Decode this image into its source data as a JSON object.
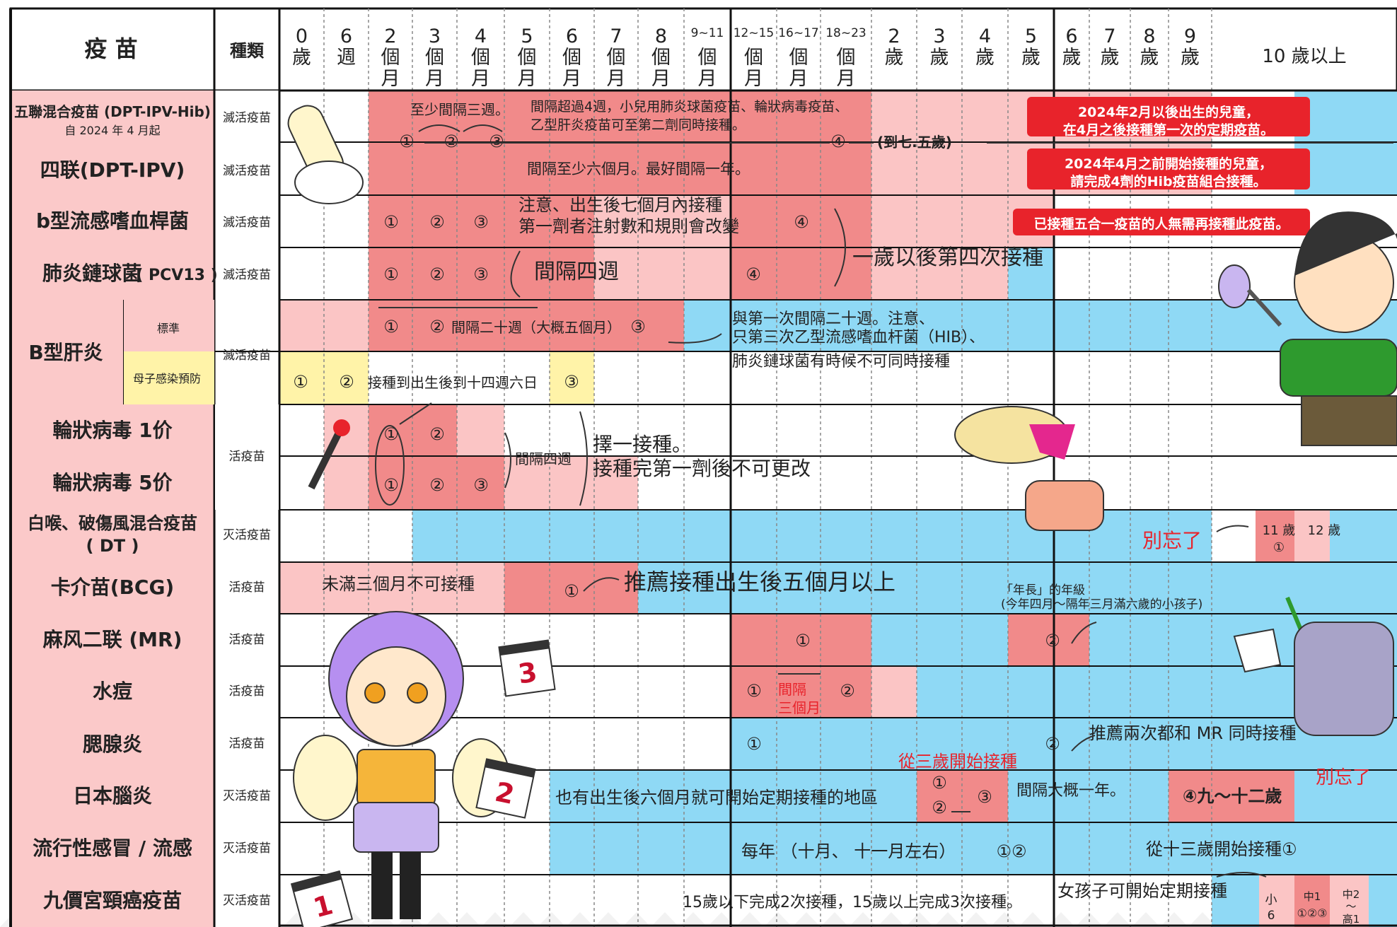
{
  "header": {
    "vaccine": "疫 苗",
    "type": "種類",
    "ages": [
      [
        "0",
        "歲"
      ],
      [
        "6",
        "週"
      ],
      [
        "2",
        "個",
        "月"
      ],
      [
        "3",
        "個",
        "月"
      ],
      [
        "4",
        "個",
        "月"
      ],
      [
        "5",
        "個",
        "月"
      ],
      [
        "6",
        "個",
        "月"
      ],
      [
        "7",
        "個",
        "月"
      ],
      [
        "8",
        "個",
        "月"
      ],
      [
        "9~11",
        "個",
        "月"
      ],
      [
        "12~15",
        "個",
        "月"
      ],
      [
        "16~17",
        "個",
        "月"
      ],
      [
        "18~23",
        "個",
        "月"
      ],
      [
        "2",
        "歲"
      ],
      [
        "3",
        "歲"
      ],
      [
        "4",
        "歲"
      ],
      [
        "5",
        "歲"
      ],
      [
        "6",
        "歲"
      ],
      [
        "7",
        "歲"
      ],
      [
        "8",
        "歲"
      ],
      [
        "9",
        "歲"
      ],
      [
        "10 歲以上"
      ]
    ]
  },
  "rows": [
    {
      "name": "五聯混合疫苗 (DPT-IPV-Hib)",
      "sub": "自 2024 年 4 月起",
      "type": "滅活疫苗"
    },
    {
      "name": "四联(DPT-IPV)",
      "type": "滅活疫苗"
    },
    {
      "name": "b型流感嗜血桿菌",
      "type": "滅活疫苗"
    },
    {
      "name": "肺炎鏈球菌",
      "name_small": "( PCV13 )",
      "type": "滅活疫苗"
    },
    {
      "name": "B型肝炎",
      "sub1": "標準",
      "sub2": "母子感染預防",
      "type": "滅活疫苗"
    },
    {
      "name": "輪狀病毒 1价"
    },
    {
      "name": "輪狀病毒 5价",
      "type": "活疫苗"
    },
    {
      "name": "白喉、破傷風混合疫苗",
      "name2": "( DT )",
      "type": "灭活疫苗"
    },
    {
      "name": "卡介苗(BCG)",
      "type": "活疫苗"
    },
    {
      "name": "麻风二联 (MR)",
      "type": "活疫苗"
    },
    {
      "name": "水痘",
      "type": "活疫苗"
    },
    {
      "name": "腮腺炎",
      "type": "活疫苗"
    },
    {
      "name": "日本腦炎",
      "type": "灭活疫苗"
    },
    {
      "name": "流行性感冒 / 流感",
      "type": "灭活疫苗"
    },
    {
      "name": "九價宮頸癌疫苗",
      "type": "灭活疫苗"
    }
  ],
  "doses": {
    "d1": "①",
    "d2": "②",
    "d3": "③",
    "d4": "④",
    "d12": "①②",
    "d123": "①②③"
  },
  "notes": {
    "penta_interval": "至少間隔三週。",
    "penta_note1": "間隔超過4週，小兒用肺炎球菌疫苗、輪狀病毒疫苗、",
    "penta_note2": "乙型肝炎疫苗可至第二劑同時接種。",
    "penta_until": "(到七.五歲)",
    "red1a": "2024年2月以後出生的兒童，",
    "red1b": "在4月之後接種第一次的定期疫苗。",
    "quad_interval": "間隔至少六個月。最好間隔一年。",
    "red2a": "2024年4月之前開始接種的兒童，",
    "red2b": "請完成4劑的Hib疫苗組合接種。",
    "red3": "已接種五合一疫苗的人無需再接種此疫苗。",
    "hib_note1": "注意、出生後七個月內接種",
    "hib_note2": "第一劑者注射數和規則會改變",
    "pcv_interval": "間隔四週",
    "pcv_after": "一歲以後第四次接種",
    "hepb_interval": "間隔二十週（大概五個月）",
    "hepb_note1": "與第一次間隔二十週。注意、",
    "hepb_note2": "只第三次乙型流感嗜血杆菌（HIB）、",
    "hepb_note3": "肺炎鏈球菌有時候不可同時接種",
    "hepb_mother": "接種到出生後到十四週六日",
    "rota_interval": "間隔四週",
    "rota_choose1": "擇一接種。",
    "rota_choose2": "接種完第一劑後不可更改",
    "dt_forget": "別忘了",
    "dt_11": "11 歲",
    "dt_12": "12 歲",
    "bcg_before": "未滿三個月不可接種",
    "bcg_recommend": "推薦接種出生後五個月以上",
    "mr_note1": "「年長」的年級",
    "mr_note2": "(今年四月～隔年三月滿六歲的小孩子)",
    "vz_interval1": "間隔",
    "vz_interval2": "三個月",
    "mumps_note": "推薦兩次都和 MR 同時接種",
    "je_from3": "從三歲開始接種",
    "je_6m": "也有出生後六個月就可開始定期接種的地區",
    "je_interval": "間隔大概一年。",
    "je_9to12": "④九～十二歲",
    "je_forget": "別忘了",
    "flu_yearly": "每年 （十月、 十一月左右）",
    "flu_13": "從十三歲開始接種①",
    "hpv_note": "15歲以下完成2次接種，15歲以上完成3次接種。",
    "hpv_girl": "女孩子可開始定期接種",
    "hpv_small6a": "小",
    "hpv_small6b": "6",
    "hpv_mid1": "中1",
    "hpv_mid2": "中2",
    "hpv_high1": "高1",
    "hpv_tilde": "〜",
    "calendar3": "3",
    "calendar2": "2",
    "calendar1": "1"
  },
  "colors": {
    "recommended": "#f18a8a",
    "possible": "#fbc5c5",
    "optional": "#8fd9f5",
    "mother": "#fff3a8",
    "label_bg": "#fbc9c9",
    "red_box": "#e8232b"
  }
}
